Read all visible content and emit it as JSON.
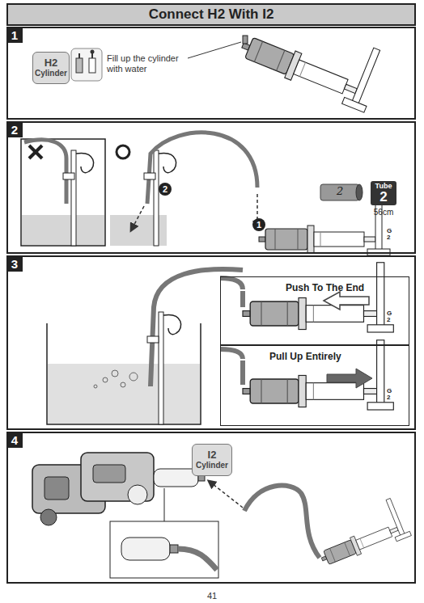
{
  "diagram": {
    "title": "Connect H2 With I2",
    "nodes": [
      {
        "text": [
          "1"
        ]
      },
      {
        "text": [
          "H2",
          "Cylinder"
        ],
        "in": 0
      },
      {
        "text": [
          "2"
        ]
      },
      {
        "text": [
          "Tube",
          "2",
          "56cm"
        ],
        "in": 2
      },
      {
        "text": [
          "3"
        ]
      },
      {
        "text": [
          "Push To The End"
        ],
        "in": 4
      },
      {
        "text": [
          "Pull Up Entirely"
        ],
        "in": 4
      },
      {
        "text": [
          "4"
        ]
      },
      {
        "text": [
          "I2",
          "Cylinder"
        ],
        "in": 7
      }
    ],
    "labels": [
      "Fill up the cylinder with water",
      "2",
      "2",
      "1",
      "G2",
      "G2",
      "G2",
      "41"
    ]
  }
}
